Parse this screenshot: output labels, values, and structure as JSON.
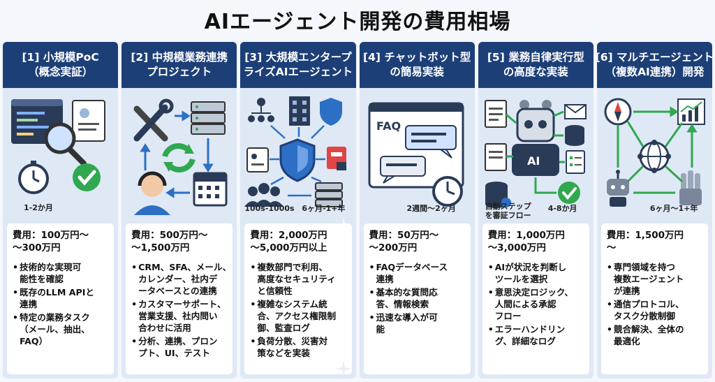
{
  "title": "AIエージェント開発の費用相場",
  "columns": [
    {
      "head": [
        "[1] 小規模PoC",
        "（概念実証）"
      ],
      "notes": [
        "1-2か月"
      ],
      "cost": [
        "費用：100万円〜",
        "〜300万円"
      ],
      "bullets": [
        [
          "技術的な実現可",
          "能性を確認"
        ],
        [
          "既存のLLM APIと",
          "連携"
        ],
        [
          "特定の業務タスク",
          "（メール、抽出、",
          "FAQ）"
        ]
      ],
      "icons": [
        "code-window-icon",
        "document-icon",
        "magnifier-icon",
        "stopwatch-icon",
        "check-icon"
      ]
    },
    {
      "head": [
        "[2] 中規模業務連携",
        "プロジェクト"
      ],
      "notes": [],
      "cost": [
        "費用：500万円〜",
        "〜1,500万円"
      ],
      "bullets": [
        [
          "CRM、SFA、メール、",
          "カレンダー、社内デ",
          "ータベースとの連携"
        ],
        [
          "カスタマーサポート、",
          "営業支援、社内問い",
          "合わせに活用"
        ],
        [
          "分析、連携、プロン",
          "プト、UI、テスト"
        ]
      ],
      "icons": [
        "tools-icon",
        "server-icon",
        "refresh-icon",
        "headset-agent-icon",
        "calendar-icon"
      ]
    },
    {
      "head": [
        "[3] 大規模エンタープ",
        "ライズAIエージェント"
      ],
      "notes": [
        "100s-1000s",
        "6ヶ月-1+年"
      ],
      "cost": [
        "費用：2,000万円",
        "〜5,000万円以上"
      ],
      "bullets": [
        [
          "複数部門で利用、",
          "高度なセキュリティ",
          "と信頼性"
        ],
        [
          "複雑なシステム統",
          "合、アクセス権限制",
          "御、監査ログ"
        ],
        [
          "負荷分散、災害対",
          "策などを実装"
        ]
      ],
      "icons": [
        "org-chart-icon",
        "building-icon",
        "shield-icon",
        "id-card-icon",
        "lock-icon",
        "users-icon",
        "server-icon"
      ]
    },
    {
      "head": [
        "[4] チャットボット型",
        "の簡易実装"
      ],
      "notes": [
        "2週間〜2ヶ月"
      ],
      "cost": [
        "費用：50万円〜",
        "〜200万円"
      ],
      "bullets": [
        [
          "FAQデータベース",
          "連携"
        ],
        [
          "基本的な質問応",
          "答、情報検索"
        ],
        [
          "迅速な導入が可",
          "能"
        ]
      ],
      "icons": [
        "faq-window-icon",
        "chat-bubble-icon",
        "clock-icon"
      ]
    },
    {
      "head": [
        "[5] 業務自律実行型",
        "の高度な実装"
      ],
      "notes": [
        "自動ステップ",
        "を審証フロー",
        "4-8か月"
      ],
      "cost": [
        "費用：1,000万円",
        "〜3,000万円"
      ],
      "bullets": [
        [
          "AIが状況を判断し",
          "ツールを選択"
        ],
        [
          "意思決定ロジック、",
          "人間による承認",
          "フロー"
        ],
        [
          "エラーハンドリン",
          "グ、詳細なログ"
        ]
      ],
      "icons": [
        "robot-ai-icon",
        "document-icon",
        "mail-icon",
        "database-icon",
        "checklist-icon",
        "check-icon"
      ]
    },
    {
      "head": [
        "[6] マルチエージェント",
        "（複数AI連携）開発"
      ],
      "notes": [
        "6ヶ月〜1+年"
      ],
      "cost": [
        "費用：1,500万円",
        "〜"
      ],
      "bullets": [
        [
          "専門領域を持つ",
          "複数エージェント",
          "が連携"
        ],
        [
          "通信プロトコル、",
          "タスク分散制御"
        ],
        [
          "競合解決、全体の",
          "最適化"
        ]
      ],
      "icons": [
        "compass-icon",
        "growth-chart-icon",
        "globe-icon",
        "robot-icon",
        "robot-hand-icon"
      ]
    }
  ],
  "colors": {
    "header": "#1d3f78",
    "panel": "#dfe8f5",
    "accent_green": "#2fa84f",
    "accent_blue": "#2d6fc4"
  }
}
